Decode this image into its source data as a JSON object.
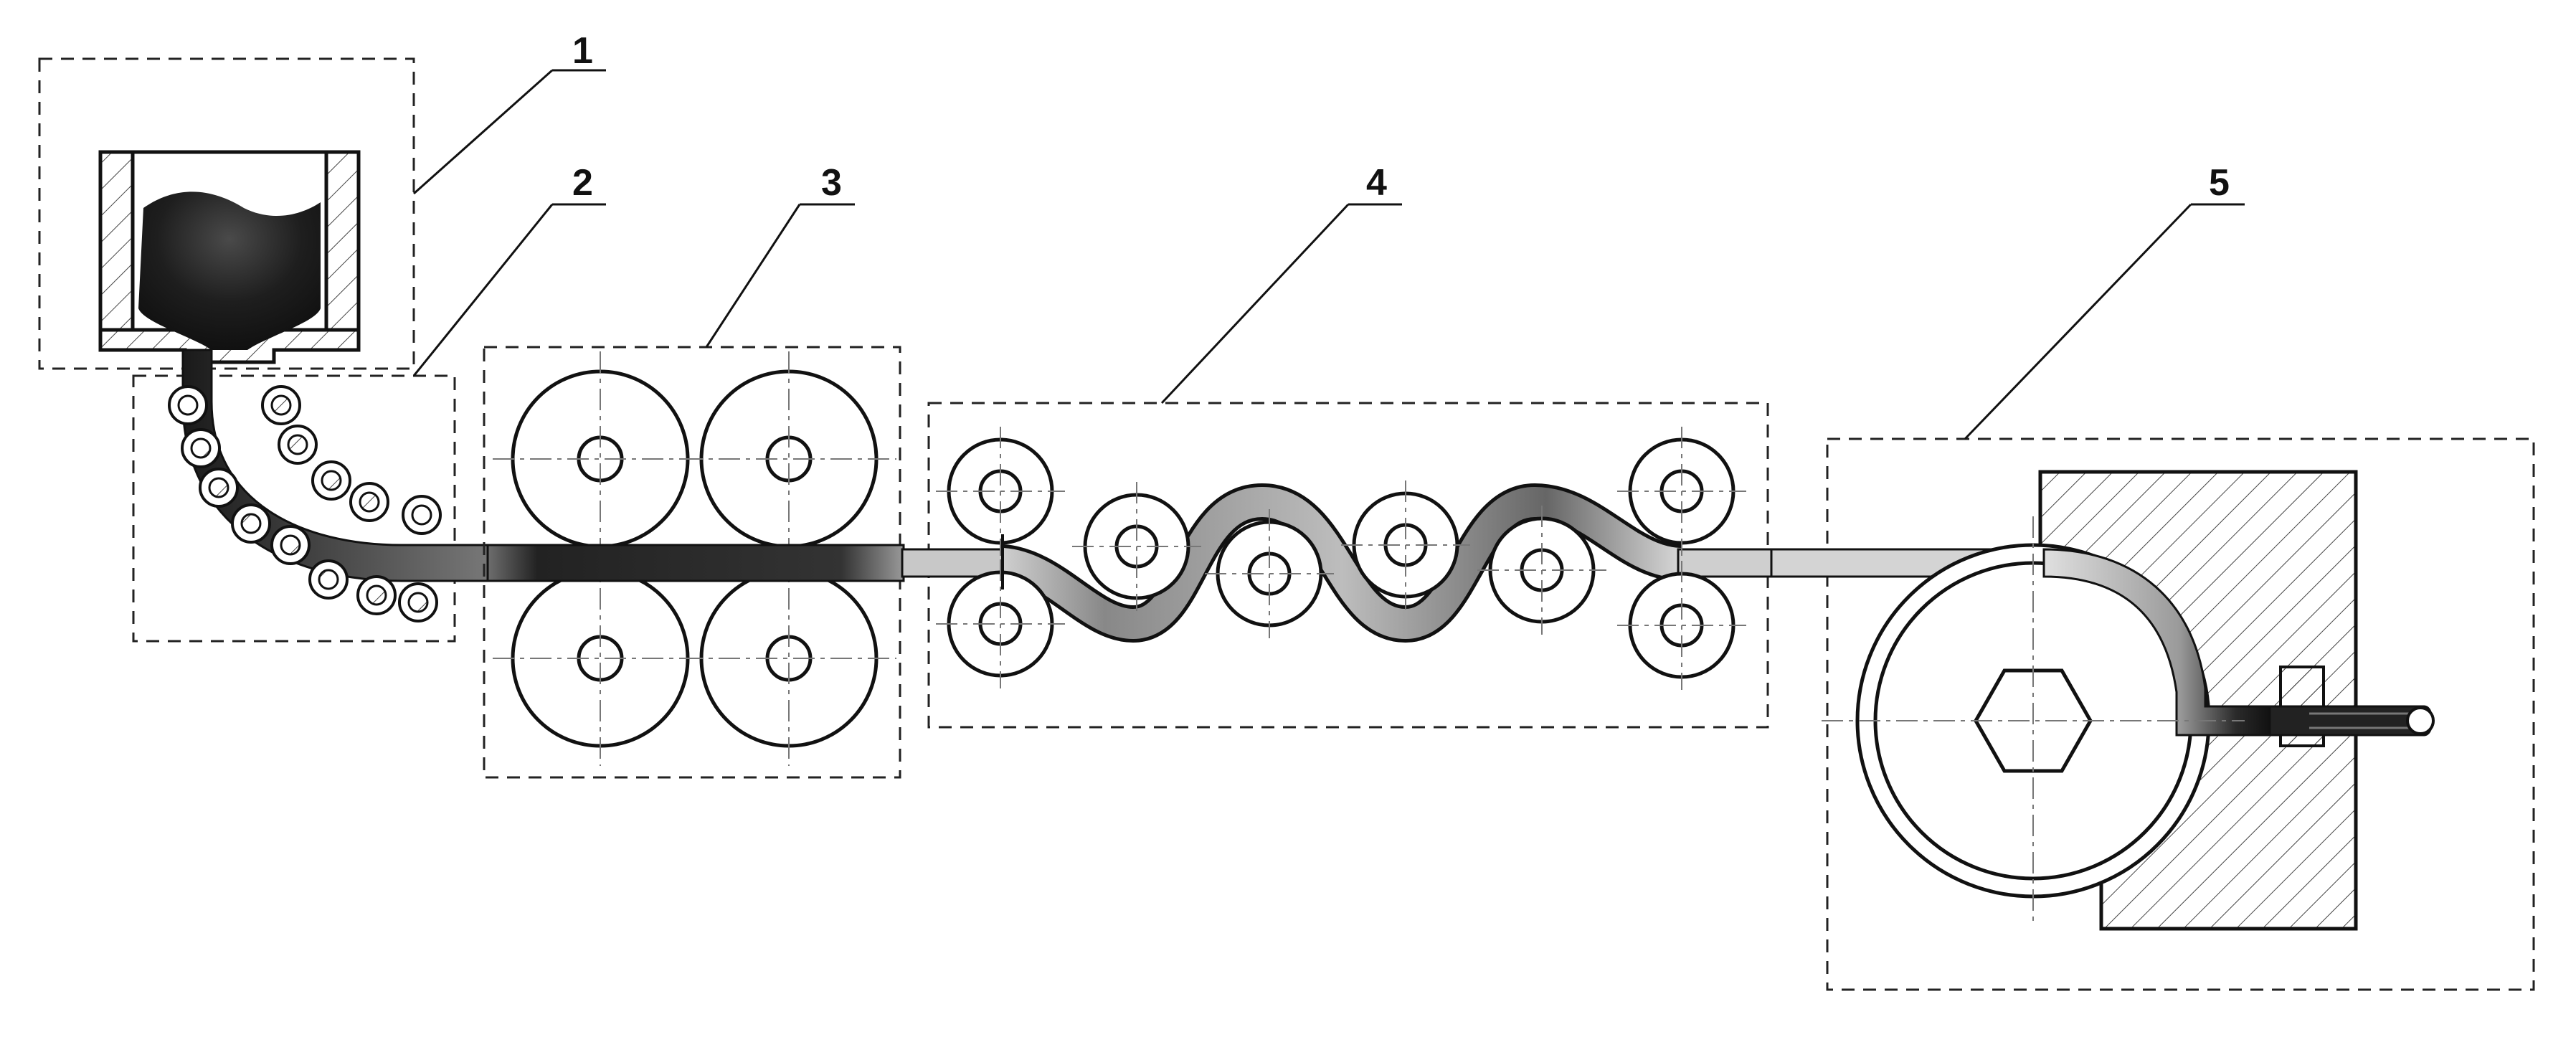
{
  "labels": {
    "unit1": "1",
    "unit2": "2",
    "unit3": "3",
    "unit4": "4",
    "unit5": "5"
  },
  "colors": {
    "line": "#111111",
    "hatch": "#444444",
    "metal_dark": "#1a1a1a",
    "metal_mid": "#7a7a7a",
    "metal_light": "#d0d0d0"
  }
}
